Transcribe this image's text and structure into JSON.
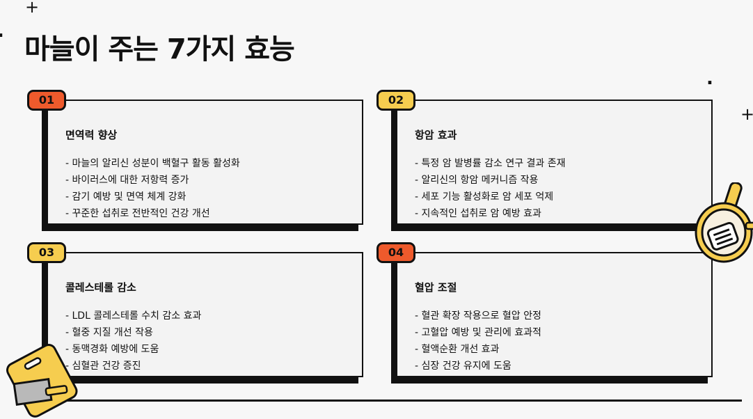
{
  "page": {
    "title": "마늘이 주는 7가지 효능"
  },
  "colors": {
    "badge_red": "#ee5a2c",
    "badge_yellow": "#f6cd4f",
    "card_bg": "#f3f3f3",
    "shadow": "#111111",
    "page_bg": "#f7f7f7"
  },
  "decorations": {
    "plus_sign": "+",
    "dot": "."
  },
  "cards": [
    {
      "number": "01",
      "badge_color": "#ee5a2c",
      "title": "면역력 향상",
      "items": [
        "- 마늘의 알리신 성분이 백혈구 활동 활성화",
        "- 바이러스에 대한 저항력 증가",
        "- 감기 예방 및 면역 체계 강화",
        "- 꾸준한 섭취로 전반적인 건강 개선"
      ]
    },
    {
      "number": "02",
      "badge_color": "#f6cd4f",
      "title": "항암 효과",
      "items": [
        "- 특정 암 발병률 감소 연구 결과 존재",
        "- 알리신의 항암 메커니즘 작용",
        "- 세포 기능 활성화로 암 세포 억제",
        "- 지속적인 섭취로 암 예방 효과"
      ]
    },
    {
      "number": "03",
      "badge_color": "#f6cd4f",
      "title": "콜레스테롤 감소",
      "items": [
        "- LDL 콜레스테롤 수치 감소 효과",
        "- 혈중 지질 개선 작용",
        "- 동맥경화 예방에 도움",
        "- 심혈관 건강 증진"
      ]
    },
    {
      "number": "04",
      "badge_color": "#ee5a2c",
      "title": "혈압 조절",
      "items": [
        "- 혈관 확장 작용으로 혈압 안정",
        "- 고혈압 예방 및 관리에 효과적",
        "- 혈액순환 개선 효과",
        "- 심장 건강 유지에 도움"
      ]
    }
  ],
  "icons": {
    "pan": "frying-pan-icon",
    "board": "cutting-board-icon"
  }
}
